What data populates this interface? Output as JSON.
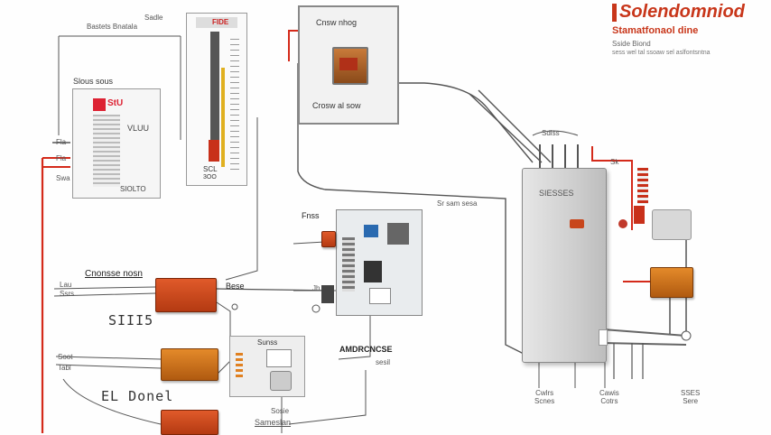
{
  "title": {
    "main": "Solendomniod",
    "sub": "Stamatfonaol dine",
    "line1": "Sside Biond",
    "line2": "sess wel tal ssoaw sel aslfontsntna"
  },
  "top_left_note": {
    "line1": "Sadle",
    "line2": "Bastets Bnatala"
  },
  "main_board": {
    "label": "Slous sous",
    "sublabel": "SIOLTO",
    "code": "StU",
    "vol": "VLUU"
  },
  "thermometer": {
    "top_label": "FIDE",
    "bottom_label": "SCL",
    "sub": "3OO"
  },
  "relay": {
    "title": "Cnsw nhog",
    "caption": "Crosw al sow"
  },
  "wires_label": "Sr sam sesa",
  "cabinet": {
    "label": "SIESSES",
    "top_label": "Sdlss",
    "side_label": "Sk"
  },
  "cabinet_bottom": [
    {
      "line1": "Cwlrs",
      "line2": "Scnes"
    },
    {
      "line1": "Cawis",
      "line2": "Cotrs"
    },
    {
      "line1": "SSES",
      "line2": "Sere"
    }
  ],
  "pcb": {
    "label_top": "Fnss",
    "label_mid": "Jh",
    "bottom_label": "AMDRCNCSE",
    "bottom_sub": "sesil"
  },
  "left_labels": {
    "top": "Cnonsse nosn",
    "a": "Lau",
    "b": "Ssrs",
    "big1": "SIII5",
    "c": "Soot",
    "d": "Tabl",
    "big2": "EL Donel",
    "left1": "Fla",
    "left2": "Fla",
    "left3": "Swa"
  },
  "mid_label": "Bese",
  "switch_box": {
    "title": "Sunss",
    "bottom_line1": "Sosie",
    "bottom_line2": "Sameslan"
  },
  "colors": {
    "red_wire": "#d42a1a",
    "box_red": "#c8461c",
    "box_orange": "#d0701c",
    "wire": "#555555"
  }
}
